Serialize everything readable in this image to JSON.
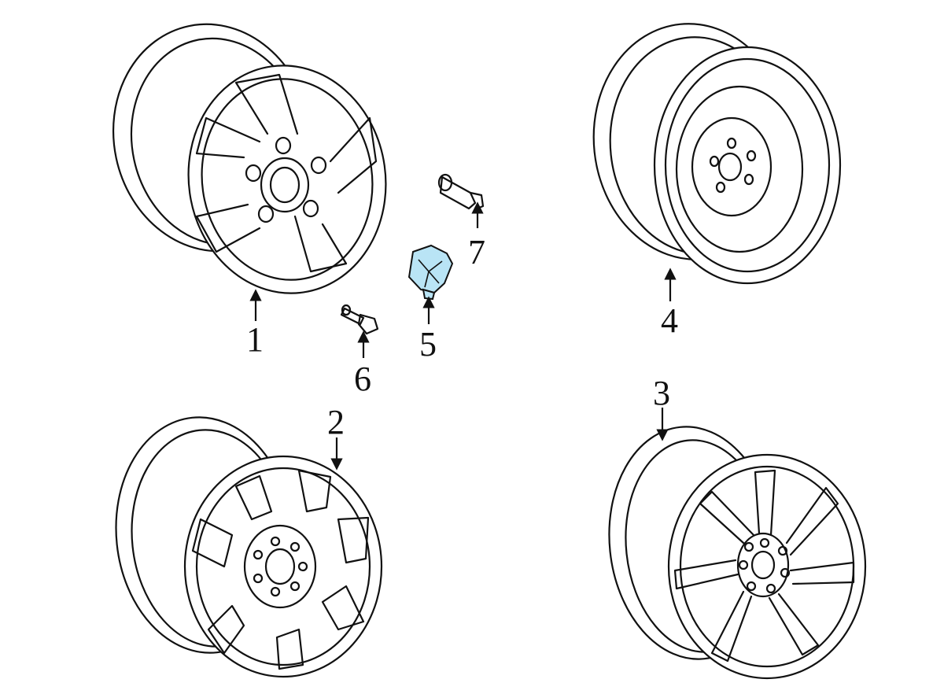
{
  "callouts": {
    "c1": "1",
    "c2": "2",
    "c3": "3",
    "c4": "4",
    "c5": "5",
    "c6": "6",
    "c7": "7"
  },
  "colors": {
    "line": "#111111",
    "highlight": "#b9e4f5",
    "background": "#ffffff"
  }
}
